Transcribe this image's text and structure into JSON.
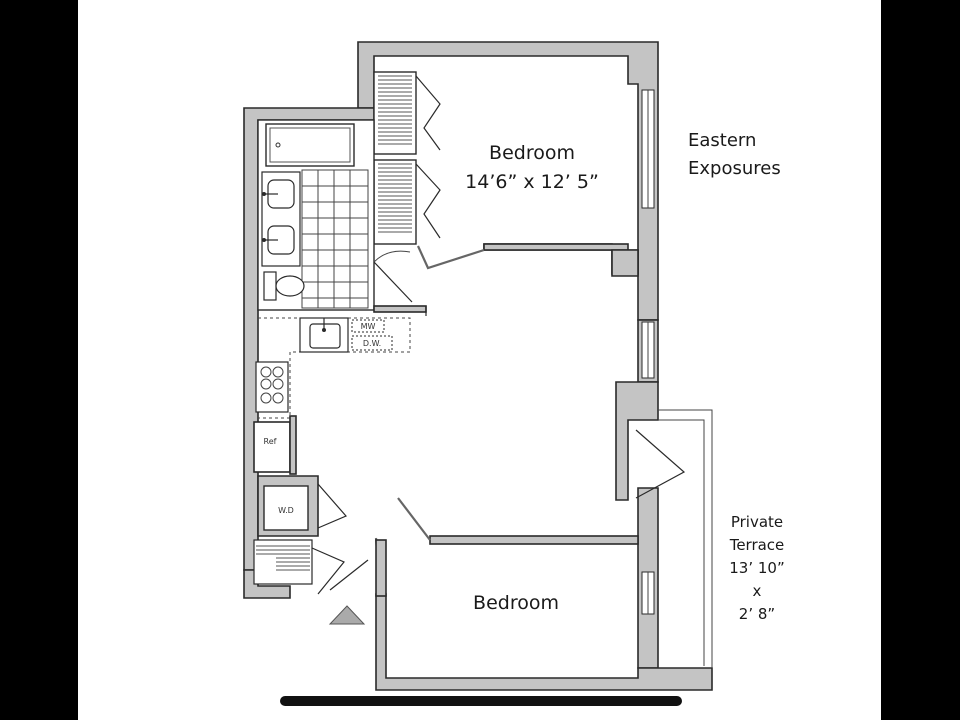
{
  "rooms": {
    "bedroom_top": {
      "name": "Bedroom",
      "dimensions": "14’6” x 12’ 5”"
    },
    "bedroom_bottom": {
      "name": "Bedroom"
    }
  },
  "exposure": {
    "line1": "Eastern",
    "line2": "Exposures"
  },
  "terrace": {
    "line1": "Private",
    "line2": "Terrace",
    "line3": "13’ 10”",
    "line4": "x",
    "line5": "2’ 8”"
  },
  "fixtures": {
    "microwave": "MW",
    "dishwasher": "D.W.",
    "refrigerator": "Ref",
    "washer_dryer": "W.D"
  },
  "colors": {
    "wall_fill": "#c4c4c4",
    "outline": "#2a2a2a",
    "background": "#ffffff",
    "letterbox": "#000000"
  }
}
